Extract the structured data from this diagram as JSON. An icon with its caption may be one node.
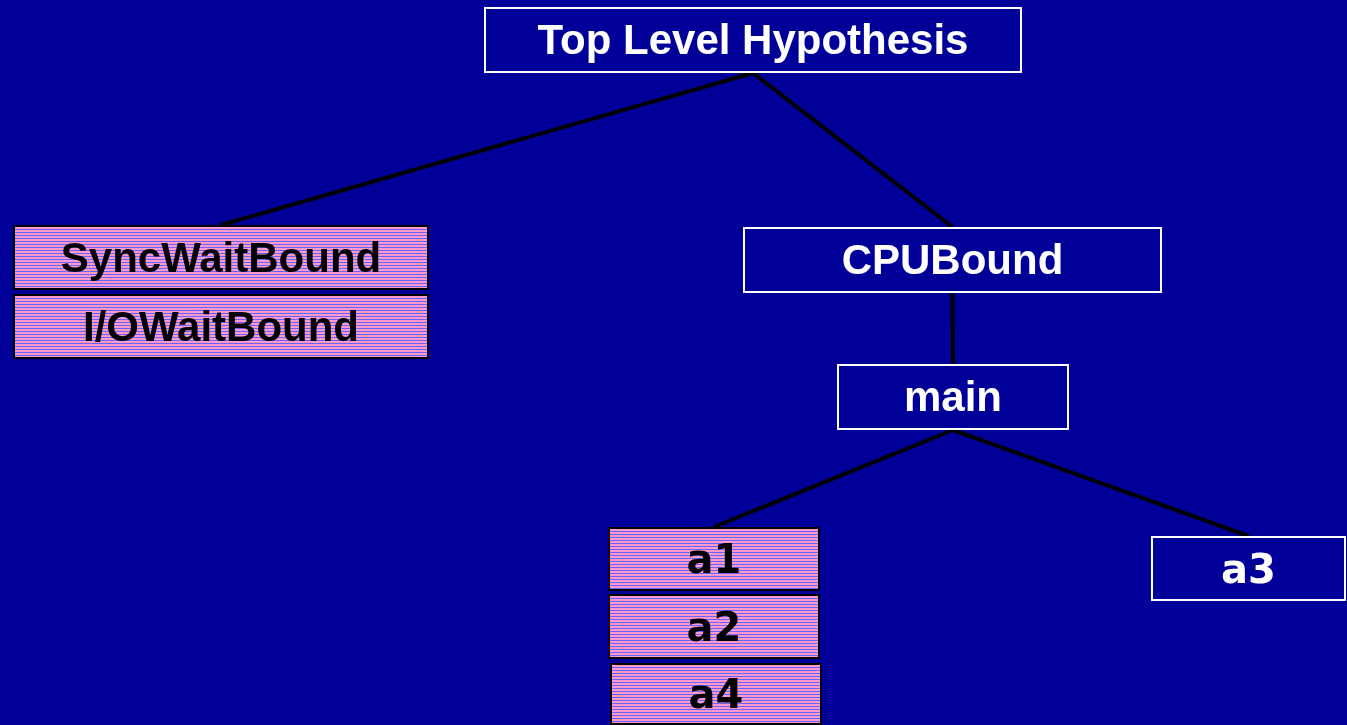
{
  "diagram": {
    "nodes": [
      {
        "text": [
          "Top Level Hypothesis"
        ]
      },
      {
        "text": [
          "SyncWaitBound"
        ]
      },
      {
        "text": [
          "I/OWaitBound"
        ]
      },
      {
        "text": [
          "CPUBound"
        ]
      },
      {
        "text": [
          "main"
        ]
      },
      {
        "text": [
          "a1"
        ]
      },
      {
        "text": [
          "a2"
        ]
      },
      {
        "text": [
          "a4"
        ]
      },
      {
        "text": [
          "a3"
        ]
      }
    ],
    "edges": [
      {
        "from": 0,
        "to": 1,
        "arrow": "none"
      },
      {
        "from": 0,
        "to": 3,
        "arrow": "none"
      },
      {
        "from": 3,
        "to": 4,
        "arrow": "none"
      },
      {
        "from": 4,
        "to": 5,
        "arrow": "none"
      },
      {
        "from": 4,
        "to": 8,
        "arrow": "none"
      }
    ]
  }
}
